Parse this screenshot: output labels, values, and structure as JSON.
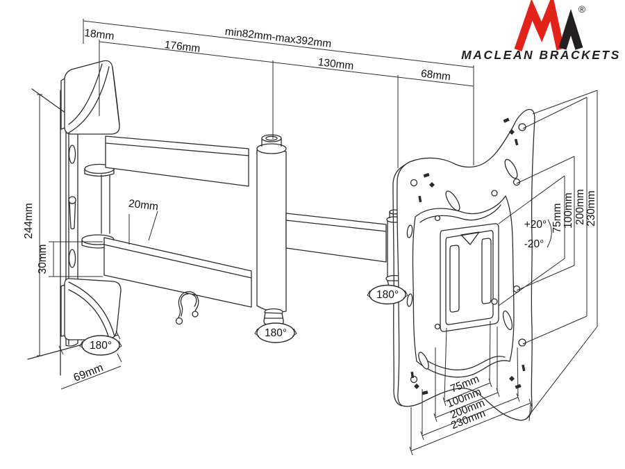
{
  "page": {
    "background": "#ffffff",
    "line_color": "#2b2b2b"
  },
  "logo": {
    "brand": "MACLEAN BRACKETS",
    "registered_mark": "®",
    "colors": {
      "red": "#e2231a",
      "dark": "#231f20"
    }
  },
  "drawing": {
    "subject": "articulating TV wall mount bracket technical drawing",
    "dimensions_top": {
      "wall_plate_depth": "18mm",
      "first_arm_length": "176mm",
      "extension_range": "min82mm-max392mm",
      "second_arm_length": "130mm",
      "plate_to_pivot": "68mm"
    },
    "dimensions_left": {
      "wall_plate_height": "244mm",
      "arm_profile_height": "30mm",
      "arm_thickness": "20mm",
      "wall_plate_width": "69mm"
    },
    "swivel_angles": {
      "wall_joint": "180°",
      "middle_joint": "180°",
      "plate_joint": "180°"
    },
    "tilt_angles": {
      "up": "+20°",
      "down": "-20°"
    },
    "vesa_vertical": [
      "75mm",
      "100mm",
      "200mm",
      "230mm"
    ],
    "vesa_horizontal": [
      "75mm",
      "100mm",
      "200mm",
      "230mm"
    ]
  }
}
